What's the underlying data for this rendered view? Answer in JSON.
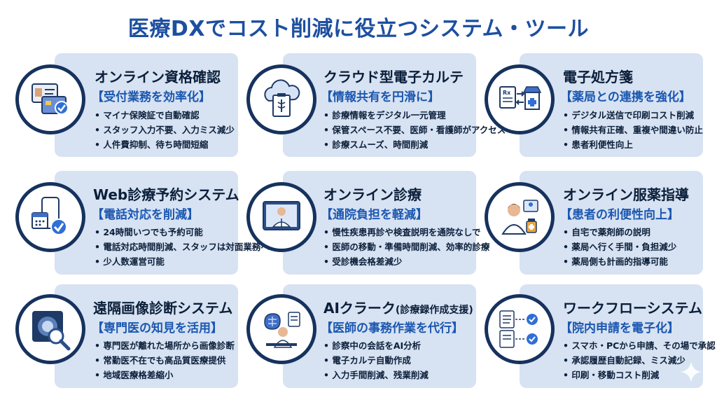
{
  "title": "医療DXでコスト削減に役立つシステム・ツール",
  "cards": [
    {
      "title": "オンライン資格確認",
      "subtitle": "【受付業務を効率化】",
      "icon": "id-card-check-icon",
      "bullets": [
        "マイナ保険証で自動確認",
        "スタッフ入力不要、入力ミス減少",
        "人件費抑制、待ち時間短縮"
      ]
    },
    {
      "title": "クラウド型電子カルテ",
      "subtitle": "【情報共有を円滑に】",
      "icon": "cloud-medical-record-icon",
      "bullets": [
        "診療情報をデジタル一元管理",
        "保管スペース不要、医師・看護師がアクセス",
        "診療スムーズ、時間削減"
      ]
    },
    {
      "title": "電子処方箋",
      "subtitle": "【薬局との連携を強化】",
      "icon": "prescription-pharmacy-icon",
      "bullets": [
        "デジタル送信で印刷コスト削減",
        "情報共有正確、重複や間違い防止",
        "患者利便性向上"
      ]
    },
    {
      "title": "Web診療予約システム",
      "subtitle": "【電話対応を削減】",
      "icon": "phone-calendar-check-icon",
      "bullets": [
        "24時間いつでも予約可能",
        "電話対応時間削減、スタッフは対面業務へ",
        "少人数運営可能"
      ]
    },
    {
      "title": "オンライン診療",
      "subtitle": "【通院負担を軽減】",
      "icon": "video-doctor-icon",
      "bullets": [
        "慢性疾患再診や検査説明を通院なしで",
        "医師の移動・準備時間削減、効率的診療",
        "受診機会格差減少"
      ]
    },
    {
      "title": "オンライン服薬指導",
      "subtitle": "【患者の利便性向上】",
      "icon": "pharmacist-icon",
      "bullets": [
        "自宅で薬剤師の説明",
        "薬局へ行く手間・負担減少",
        "薬局側も計画的指導可能"
      ]
    },
    {
      "title": "遠隔画像診断システム",
      "subtitle": "【専門医の知見を活用】",
      "icon": "scan-magnifier-icon",
      "bullets": [
        "専門医が離れた場所から画像診断",
        "常勤医不在でも高品質医療提供",
        "地域医療格差縮小"
      ]
    },
    {
      "title": "AIクラーク",
      "title_small": "(診療録作成支援)",
      "subtitle": "【医師の事務作業を代行】",
      "icon": "ai-brain-doctor-icon",
      "bullets": [
        "診察中の会話をAI分析",
        "電子カルテ自動作成",
        "入力手間削減、残業削減"
      ]
    },
    {
      "title": "ワークフローシステム",
      "subtitle": "【院内申請を電子化】",
      "icon": "workflow-documents-icon",
      "bullets": [
        "スマホ・PCから申請、その場で承認",
        "承認履歴自動記録、ミス減少",
        "印刷・移動コスト削減"
      ]
    }
  ]
}
